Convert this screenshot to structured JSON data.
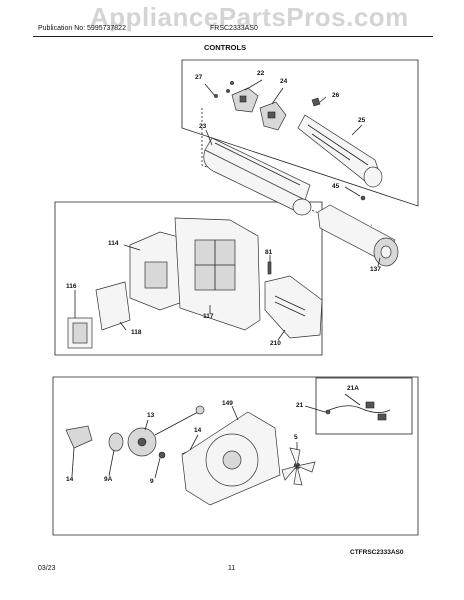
{
  "header": {
    "publication": "Publication No: 5995737822",
    "model": "FRSC2333AS0",
    "watermark": "AppliancePartsPros.com",
    "title": "CONTROLS"
  },
  "callouts": {
    "c27": "27",
    "c22": "22",
    "c24": "24",
    "c26": "26",
    "c23": "23",
    "c25": "25",
    "c45": "45",
    "c137": "137",
    "c114": "114",
    "c81": "81",
    "c116": "116",
    "c118": "118",
    "c117": "117",
    "c210": "210",
    "c21a": "21A",
    "c21": "21",
    "c13": "13",
    "c149": "149",
    "c14a": "14",
    "c14b": "14",
    "c9a": "9A",
    "c9": "9",
    "c5": "5"
  },
  "footer": {
    "diagram_code": "CTFRSC2333AS0",
    "date": "03/23",
    "page": "11"
  }
}
